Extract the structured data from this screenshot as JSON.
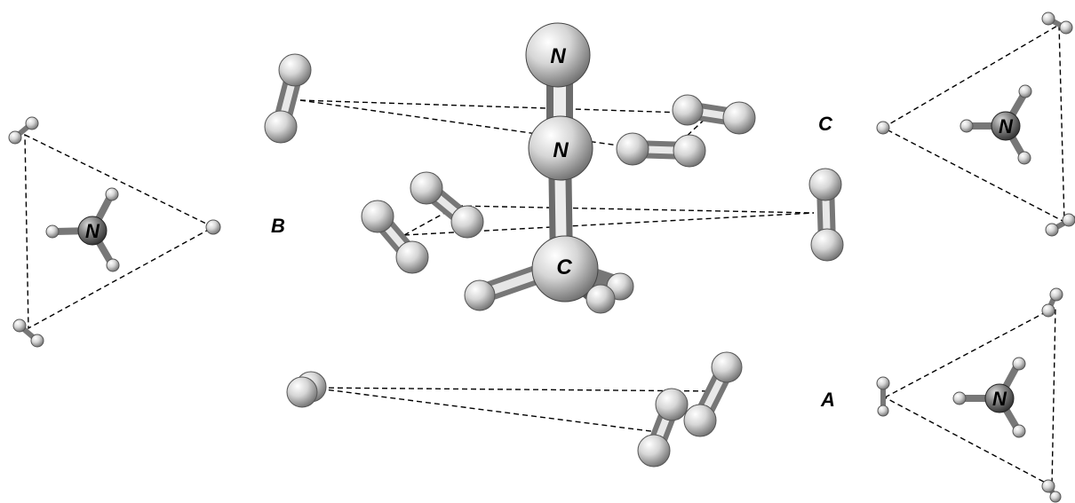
{
  "labels": {
    "group_a": "A",
    "group_b": "B",
    "group_c": "C",
    "n_top": "N",
    "n_mid": "N",
    "c_center": "C",
    "n_left": "N",
    "n_right_top": "N",
    "n_right_bottom": "N"
  },
  "colors": {
    "background": "#ffffff",
    "atom_light": "#f4f4f4",
    "atom_dark": "#7a7a7a",
    "dashed_line": "#000000"
  }
}
